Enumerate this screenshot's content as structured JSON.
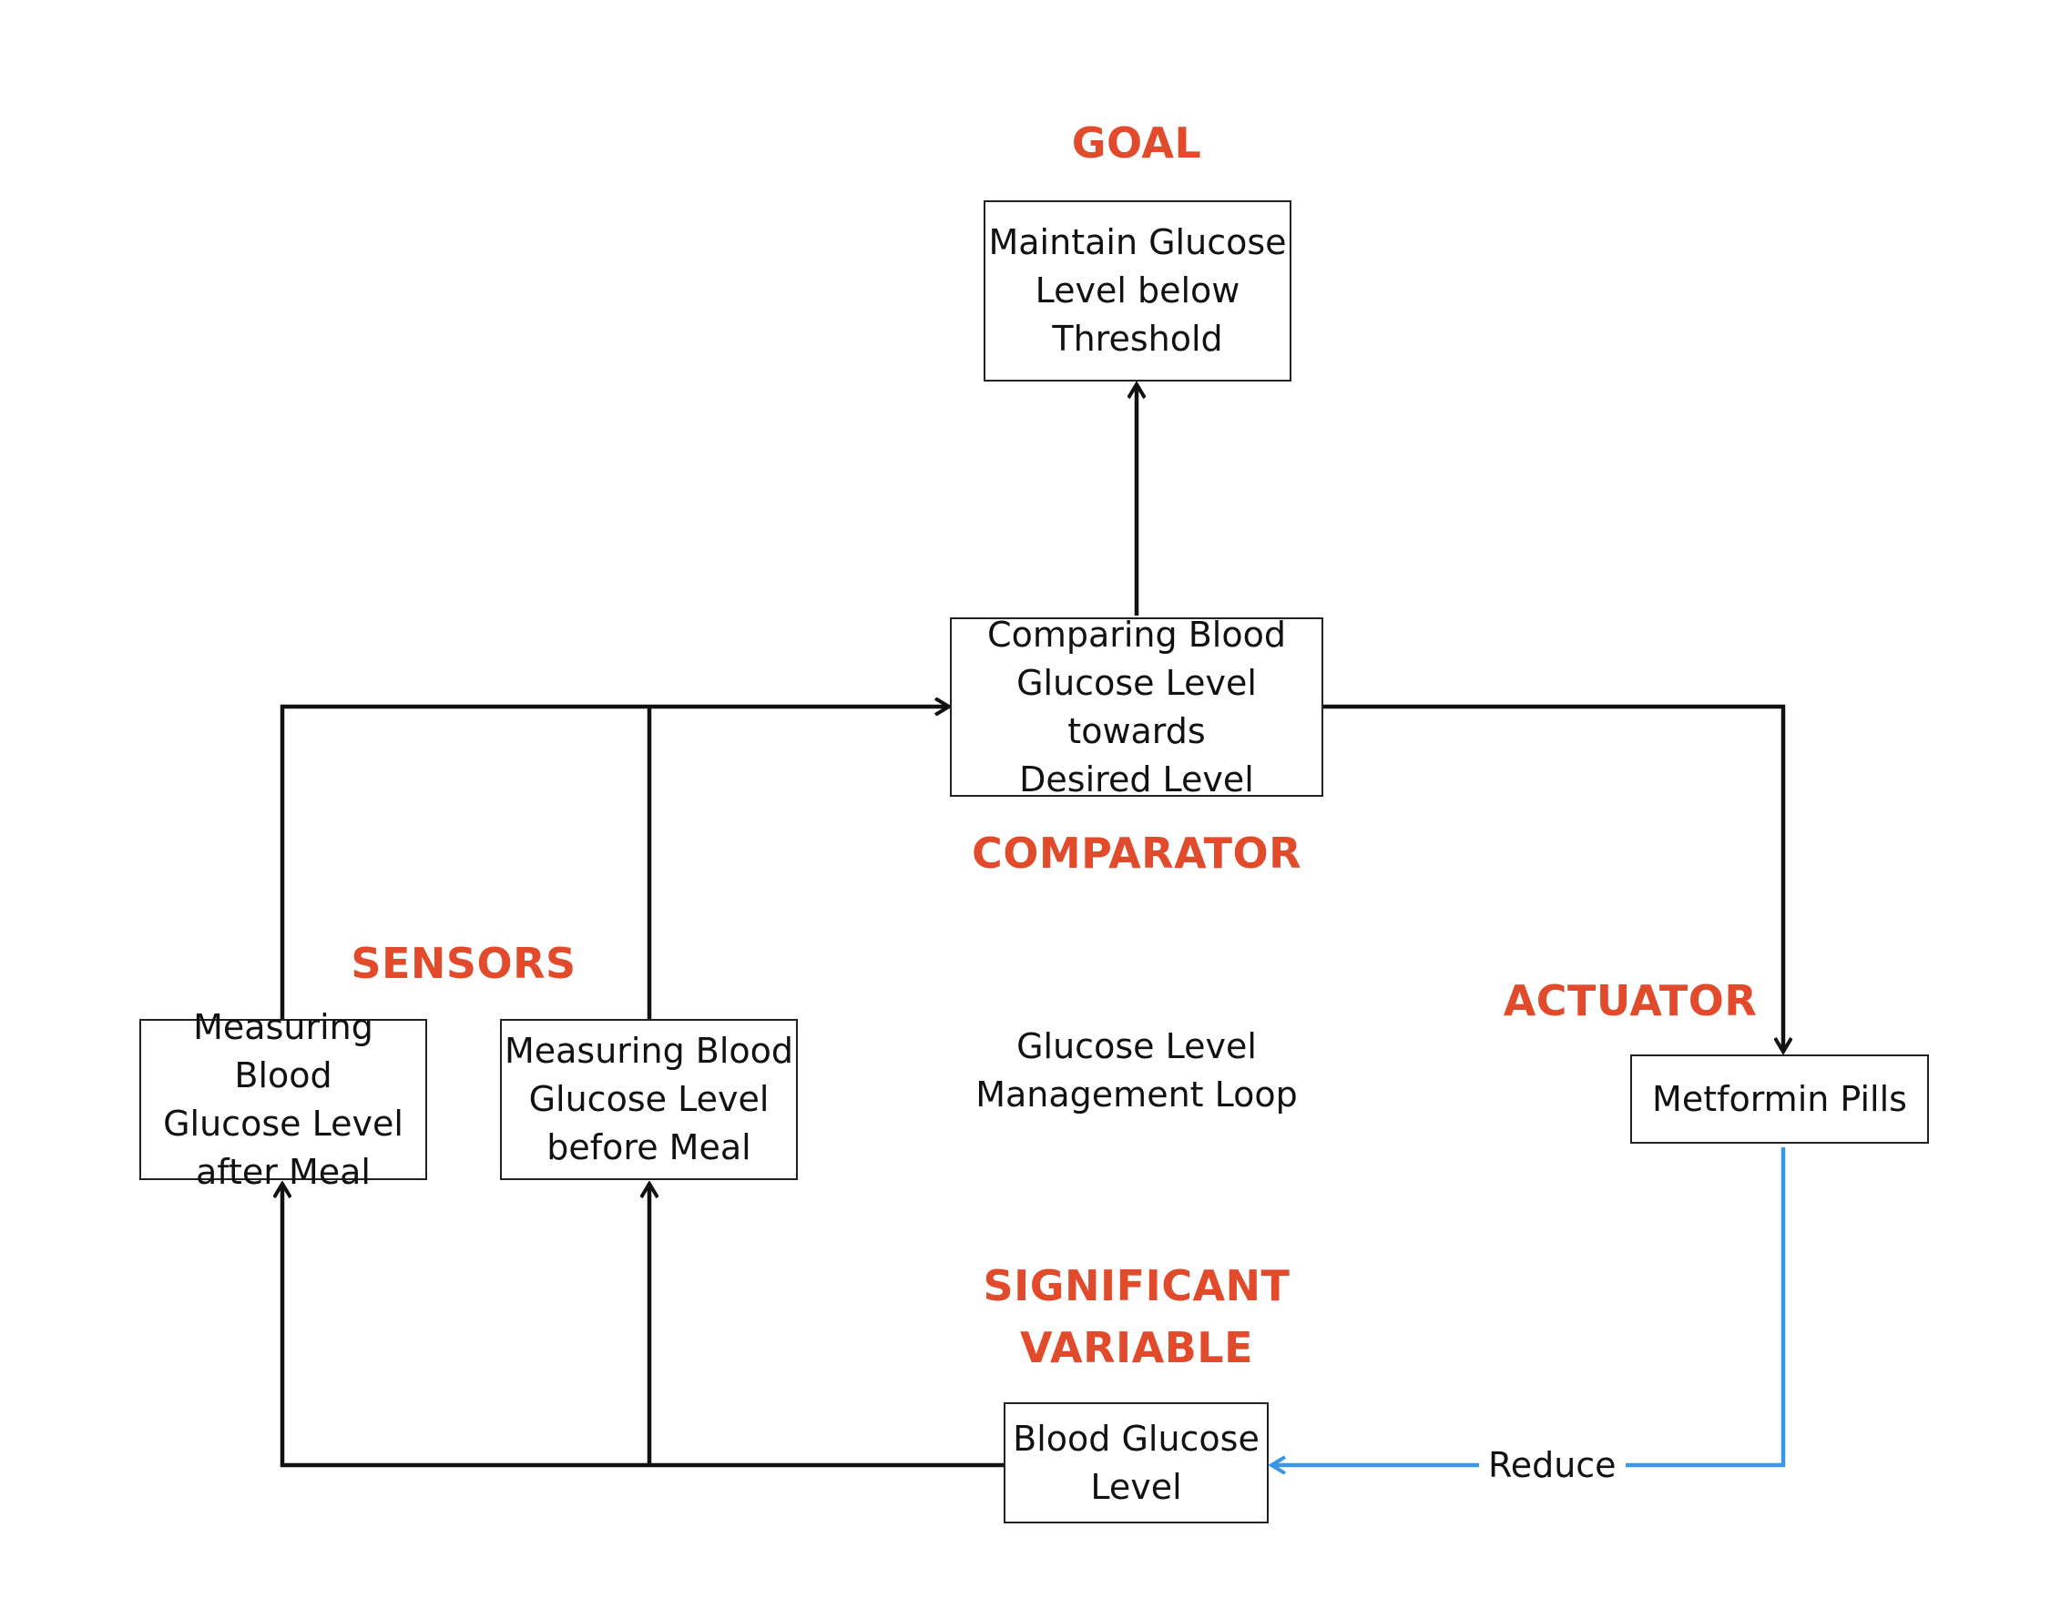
{
  "colors": {
    "role_label": "#e24a2c",
    "connector": "#111111",
    "reduce_connector": "#3b97e3",
    "box_border": "#222222"
  },
  "roles": {
    "goal": "GOAL",
    "comparator": "COMPARATOR",
    "sensors": "SENSORS",
    "actuator": "ACTUATOR",
    "significant_variable": "SIGNIFICANT\nVARIABLE"
  },
  "boxes": {
    "goal": "Maintain Glucose\nLevel below\nThreshold",
    "comparator": "Comparing Blood\nGlucose Level towards\nDesired Level",
    "sensor_after": "Measuring Blood\nGlucose Level\nafter Meal",
    "sensor_before": "Measuring Blood\nGlucose Level\nbefore Meal",
    "actuator": "Metformin Pills",
    "variable": "Blood Glucose\nLevel"
  },
  "center_caption": "Glucose Level\nManagement Loop",
  "edge_labels": {
    "reduce": "Reduce"
  }
}
